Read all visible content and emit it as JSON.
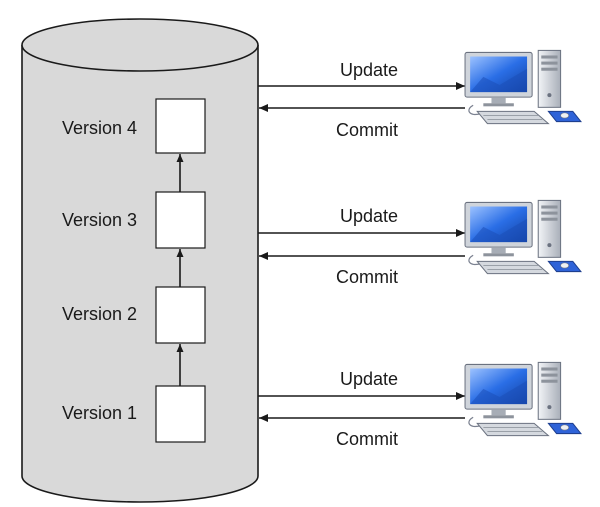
{
  "diagram": {
    "repository": {
      "fill": "#d9d9d9",
      "stroke": "#1a1a1a",
      "versions": [
        {
          "label": "Version 4"
        },
        {
          "label": "Version 3"
        },
        {
          "label": "Version 2"
        },
        {
          "label": "Version 1"
        }
      ]
    },
    "clients": [
      {
        "push_label": "Update",
        "pull_label": "Commit",
        "icon": "desktop-computer-icon"
      },
      {
        "push_label": "Update",
        "pull_label": "Commit",
        "icon": "desktop-computer-icon"
      },
      {
        "push_label": "Update",
        "pull_label": "Commit",
        "icon": "desktop-computer-icon"
      }
    ],
    "colors": {
      "screen": "#1f5fd6",
      "screen_light": "#6fa3ff",
      "tower": "#d8dce3",
      "keyboard": "#cfd3da",
      "mousepad": "#2f63d8"
    }
  }
}
